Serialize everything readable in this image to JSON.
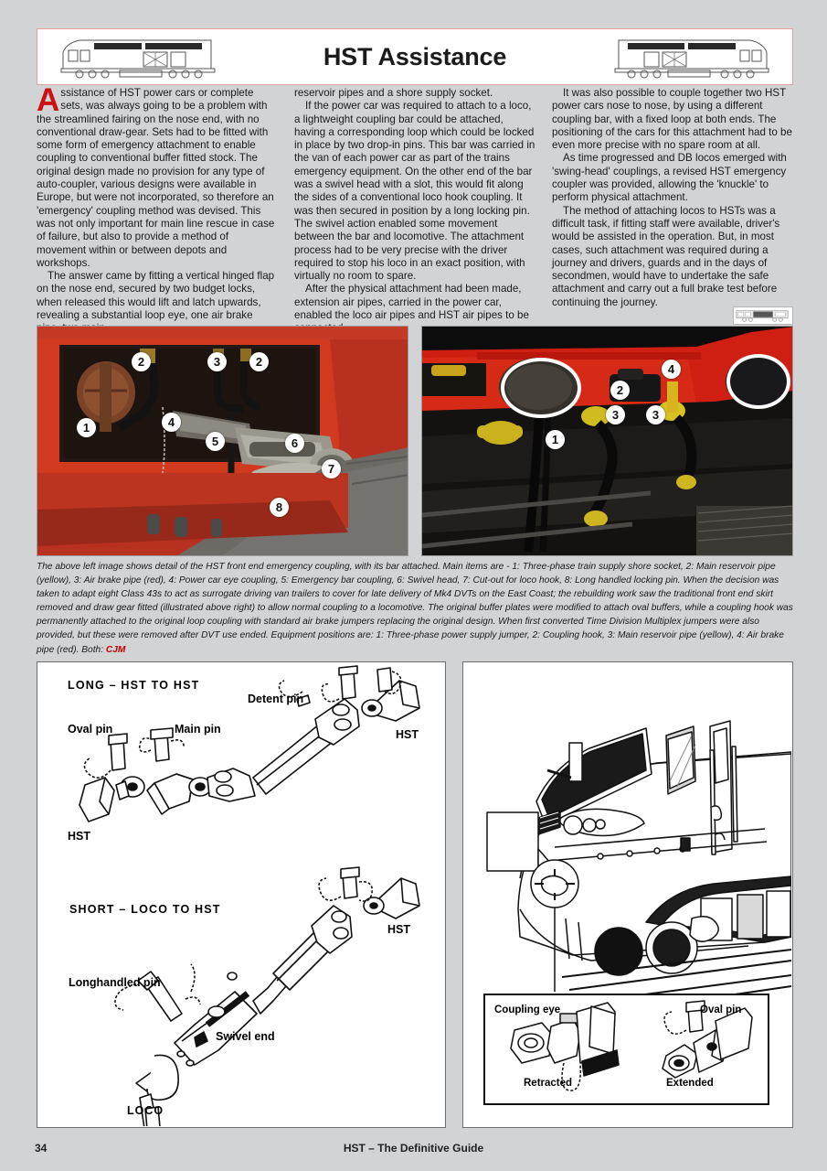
{
  "header": {
    "title": "HST Assistance",
    "left_icon": "locomotive-illustration",
    "right_icon": "locomotive-illustration"
  },
  "columns": [
    {
      "id": "column-1",
      "dropcap": "A",
      "paragraphs": [
        "ssistance of HST power cars or complete sets, was always going to be a problem with the streamlined fairing on the nose end, with no conventional draw-gear. Sets had to be fitted with some form of emergency attachment to enable coupling to conventional buffer fitted stock. The original design made no provision for any type of auto-coupler, various designs were available in Europe, but were not incorporated, so therefore an 'emergency' coupling method was devised. This was not only important for main line rescue in case of failure, but also to provide a method of movement within or between depots and workshops.",
        "The answer came by fitting a vertical hinged flap on the nose end, secured by two budget locks, when released this would lift and latch upwards, revealing a substantial loop eye, one air brake pipe, two main"
      ]
    },
    {
      "id": "column-2",
      "paragraphs": [
        "reservoir pipes and a shore supply socket.",
        "If the power car was required to attach to a loco, a lightweight coupling bar could be attached, having a corresponding loop which could be locked in place by two drop-in pins. This bar was carried in the van of each power car as part of the trains emergency equipment. On the other end of the bar was a swivel head with a slot, this would fit along the sides of a conventional loco hook coupling. It was then secured in position by a long locking pin. The swivel action enabled some movement between the bar and locomotive. The attachment process had to be very precise with the driver required to stop his loco in an exact position, with virtually no room to spare.",
        "After the physical attachment had been made, extension air pipes, carried in the power car, enabled the loco air pipes and HST air pipes to be connected."
      ]
    },
    {
      "id": "column-3",
      "paragraphs": [
        "It was also possible to couple together two HST power cars nose to nose, by using a different coupling bar, with a fixed loop at both ends. The positioning of the cars for this attachment had to be even more precise with no spare room at all.",
        "As time progressed and DB locos emerged with 'swing-head' couplings, a revised HST emergency coupler was provided, allowing the 'knuckle' to perform physical attachment.",
        "The method of attaching locos to HSTs was a difficult task, if fitting staff were available, driver's would be assisted in the operation. But, in most cases, such attachment was required during a journey and drivers, guards and in the days of secondmen, would have to undertake the safe attachment and carry out a full brake test before continuing the journey."
      ]
    }
  ],
  "photos": {
    "left": {
      "name": "hst-front-end-emergency-coupling-photo",
      "callouts": [
        "2",
        "3",
        "2",
        "1",
        "4",
        "5",
        "6",
        "7",
        "8"
      ]
    },
    "right": {
      "name": "class-43-dvt-draw-gear-photo",
      "callouts": [
        "4",
        "2",
        "1",
        "3",
        "3"
      ]
    }
  },
  "caption": {
    "text": "The above left image shows detail of the HST front end emergency coupling, with its bar attached. Main items are - 1: Three-phase train supply shore socket, 2: Main reservoir pipe (yellow), 3: Air brake pipe (red), 4: Power car eye coupling, 5: Emergency bar coupling, 6: Swivel head, 7: Cut-out for loco hook, 8: Long handled locking pin. When the decision was taken to adapt eight Class 43s to act as surrogate driving van trailers to cover for late delivery of Mk4 DVTs on the East Coast; the rebuilding work saw the traditional front end skirt removed and draw gear fitted (illustrated above right) to allow normal coupling to a locomotive. The original buffer plates were modified to attach oval buffers, while a coupling hook was permanently attached to the original loop coupling with standard air brake jumpers replacing the original design. When first converted Time Division Multiplex jumpers were also provided, but these were removed after DVT use ended. Equipment positions are: 1: Three-phase power supply jumper, 2: Coupling hook, 3: Main reservoir pipe (yellow), 4: Air brake pipe (red). Both: ",
    "credit": "CJM"
  },
  "diagrams": {
    "left_panel": {
      "name": "coupling-bar-diagram-panel",
      "labels": [
        {
          "id": "long-title",
          "text": "LONG – HST TO HST"
        },
        {
          "id": "detent-pin",
          "text": "Detent pin"
        },
        {
          "id": "oval-pin",
          "text": "Oval pin"
        },
        {
          "id": "main-pin",
          "text": "Main pin"
        },
        {
          "id": "hst-right-top",
          "text": "HST"
        },
        {
          "id": "hst-left-bottom",
          "text": "HST"
        },
        {
          "id": "short-title",
          "text": "SHORT – LOCO TO HST"
        },
        {
          "id": "hst-right-lower",
          "text": "HST"
        },
        {
          "id": "longhandled-pin",
          "text": "Longhandled pin"
        },
        {
          "id": "swivel-end",
          "text": "Swivel end"
        },
        {
          "id": "loco",
          "text": "LOCO"
        }
      ]
    },
    "right_panel": {
      "name": "hst-power-car-nose-diagram-panel",
      "inset": {
        "name": "coupling-eye-inset",
        "labels": [
          {
            "id": "coupling-eye",
            "text": "Coupling eye"
          },
          {
            "id": "oval-pin",
            "text": "Oval pin"
          },
          {
            "id": "retracted",
            "text": "Retracted"
          },
          {
            "id": "extended",
            "text": "Extended"
          }
        ]
      }
    }
  },
  "footer": {
    "page_number": "34",
    "book_title": "HST – The Definitive Guide"
  },
  "colors": {
    "page_background": "#d2d3d5",
    "header_border": "#e3a0a0",
    "dropcap": "#cc1111",
    "credit": "#c00000",
    "panel_border": "#6e6e6e"
  }
}
